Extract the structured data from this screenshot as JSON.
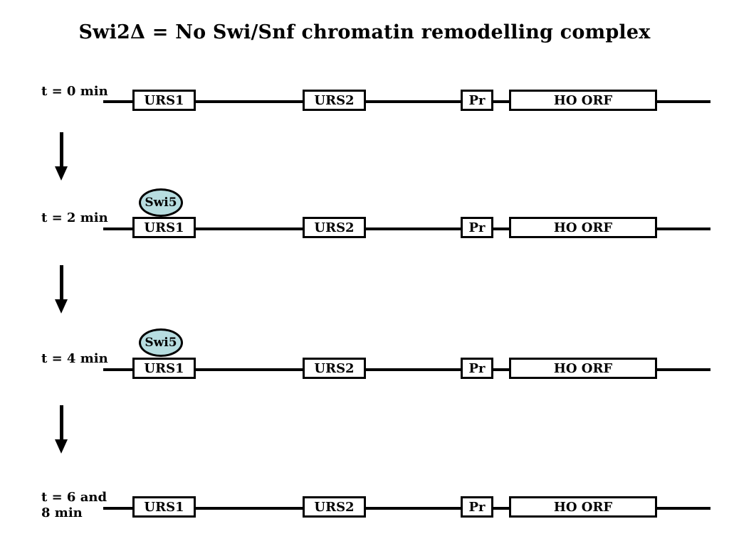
{
  "title": "Swi2Δ = No Swi/Snf chromatin remodelling complex",
  "rows": [
    {
      "time": "t = 0 min",
      "urs1": "URS1",
      "urs2": "URS2",
      "pr": "Pr",
      "orf": "HO ORF",
      "bound": ""
    },
    {
      "time": "t = 2 min",
      "urs1": "URS1",
      "urs2": "URS2",
      "pr": "Pr",
      "orf": "HO ORF",
      "bound": "Swi5"
    },
    {
      "time": "t = 4 min",
      "urs1": "URS1",
      "urs2": "URS2",
      "pr": "Pr",
      "orf": "HO ORF",
      "bound": "Swi5"
    },
    {
      "time": "t = 6 and 8 min",
      "time_line1": "t = 6 and",
      "time_line2": "8 min",
      "urs1": "URS1",
      "urs2": "URS2",
      "pr": "Pr",
      "orf": "HO ORF",
      "bound": ""
    }
  ],
  "colors": {
    "swi5_fill": "#b7dde0",
    "line": "#000000"
  }
}
